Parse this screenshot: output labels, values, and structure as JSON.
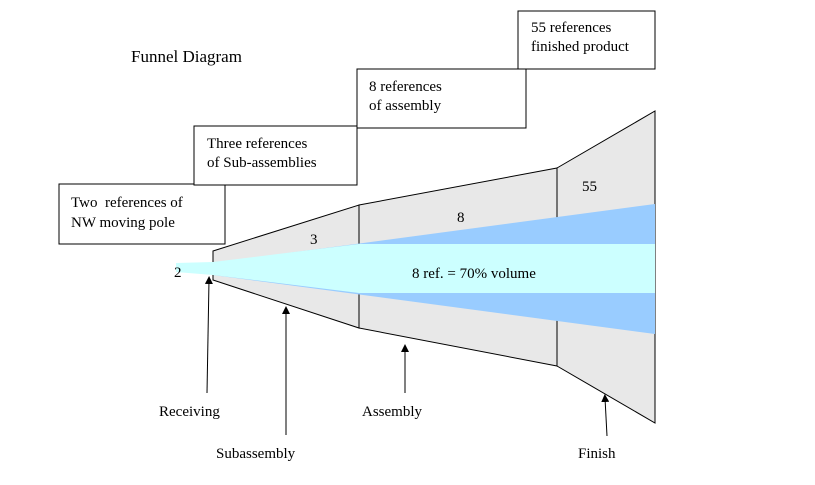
{
  "title": "Funnel Diagram",
  "boxes": {
    "nw_moving_pole": {
      "line1": "Two  references of",
      "line2": "NW moving pole"
    },
    "sub_assemblies": {
      "line1": "Three references",
      "line2": "of Sub-assemblies"
    },
    "assembly": {
      "line1": "8 references",
      "line2": "of assembly"
    },
    "finished_product": {
      "line1": "55 references",
      "line2": "finished product"
    }
  },
  "stage_counts": {
    "receiving": "2",
    "subassembly": "3",
    "assembly": "8",
    "finish": "55"
  },
  "volume_note": "8 ref. = 70% volume",
  "stages": {
    "receiving": "Receiving",
    "subassembly": "Subassembly",
    "assembly": "Assembly",
    "finish": "Finish"
  },
  "colors": {
    "funnel_fill": "#e8e8e8",
    "volume_band": "#ccffff",
    "volume_wedge": "#99ccff",
    "outline": "#000000"
  }
}
